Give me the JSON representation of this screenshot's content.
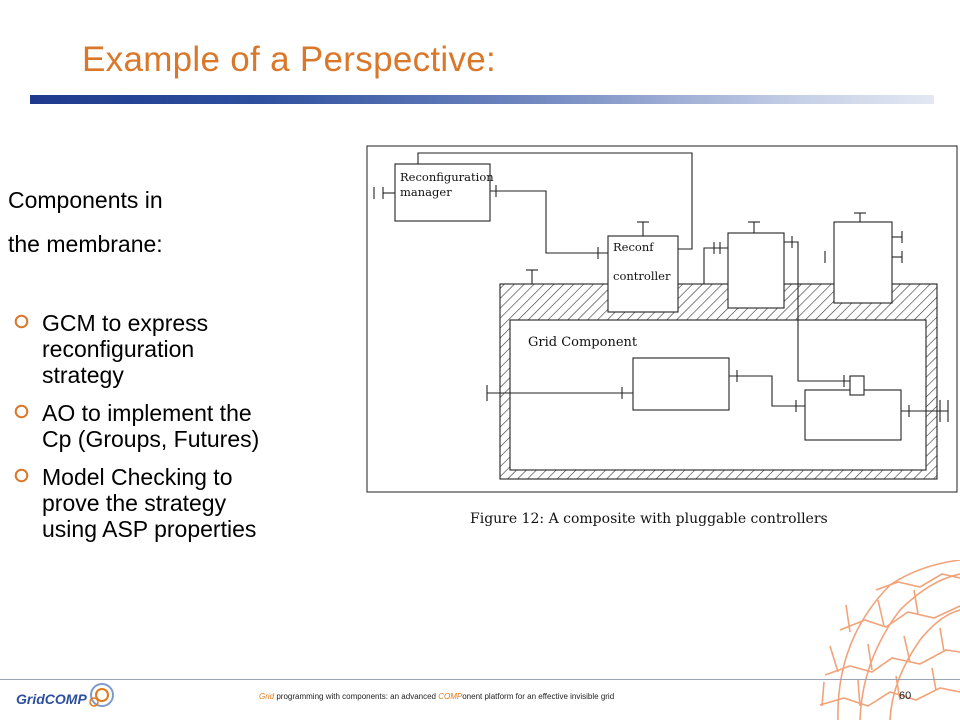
{
  "slide": {
    "title": "Example  of a Perspective:",
    "intro_lines": [
      "Components in",
      "the membrane:"
    ],
    "bullets": [
      "GCM to  express\nreconfiguration\nstrategy",
      "AO to implement the\nCp (Groups, Futures)",
      "Model Checking to\nprove the strategy\nusing ASP properties"
    ]
  },
  "figure": {
    "caption": "Figure 12:  A composite with pluggable controllers",
    "labels": {
      "manager_line1": "Reconfiguration",
      "manager_line2": "manager",
      "controller_line1": "Reconf",
      "controller_line2": "controller",
      "grid_component": "Grid Component"
    }
  },
  "footer": {
    "prefix_highlight": "Grid",
    "text_part1": " programming  with components: an advanced ",
    "mid_highlight": "COMP",
    "text_part2": "onent  platform for an effective invisible grid",
    "page_number": "60",
    "logo_text": "GridCOMP"
  },
  "colors": {
    "title": "#d9782a",
    "accent": "#e07a1f",
    "bar_start": "#1f3a8c",
    "bar_end": "#e3e8f3",
    "honeycomb": "#f2a37a"
  }
}
